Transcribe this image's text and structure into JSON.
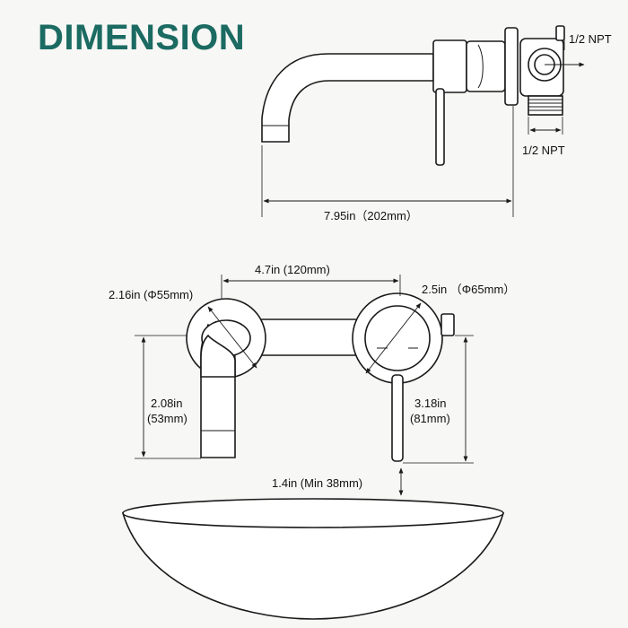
{
  "title": "DIMENSION",
  "colors": {
    "title": "#1b6b62",
    "line": "#1a1a1a",
    "background": "#f7f7f5"
  },
  "labels": {
    "inlet_top": "1/2 NPT",
    "inlet_bottom": "1/2 NPT",
    "spout_length": "7.95in（202mm）",
    "center_distance": "4.7in (120mm)",
    "spout_plate_diameter": "2.16in (Φ55mm)",
    "handle_plate_diameter": "2.5in （Φ65mm）",
    "spout_height_in": "2.08in",
    "spout_height_mm": "(53mm)",
    "handle_height_in": "3.18in",
    "handle_height_mm": "(81mm)",
    "basin_clearance": "1.4in (Min 38mm)"
  }
}
